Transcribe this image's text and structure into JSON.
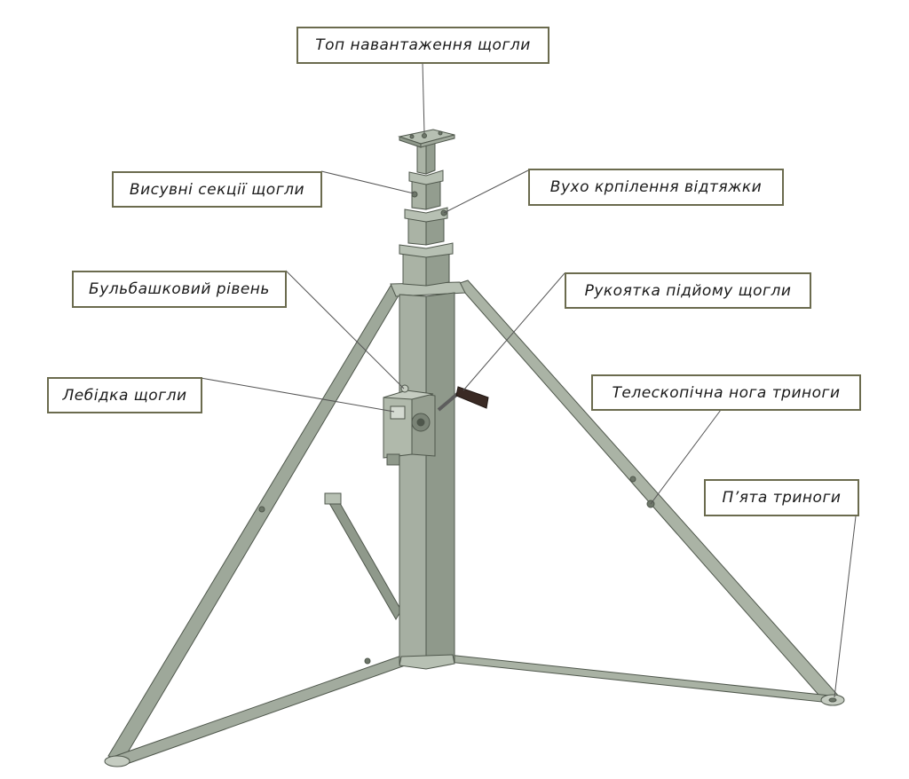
{
  "diagram": {
    "colors": {
      "metal": "#9ea89a",
      "metal_light": "#b7c0b3",
      "metal_dark": "#6d7669",
      "edge": "#4f574c",
      "leader": "#555555",
      "label_border": "#6b6b4e",
      "handle": "#3a2a24"
    },
    "labels": {
      "top": "Топ навантаження щогли",
      "sections": "Висувні секції щогли",
      "guy_ear": "Вухо крпілення відтяжки",
      "bubble_level": "Бульбашковий рівень",
      "handle": "Рукоятка підйому щогли",
      "winch": "Лебідка щогли",
      "leg": "Телескопічна нога триноги",
      "foot": "П’ята триноги"
    }
  }
}
